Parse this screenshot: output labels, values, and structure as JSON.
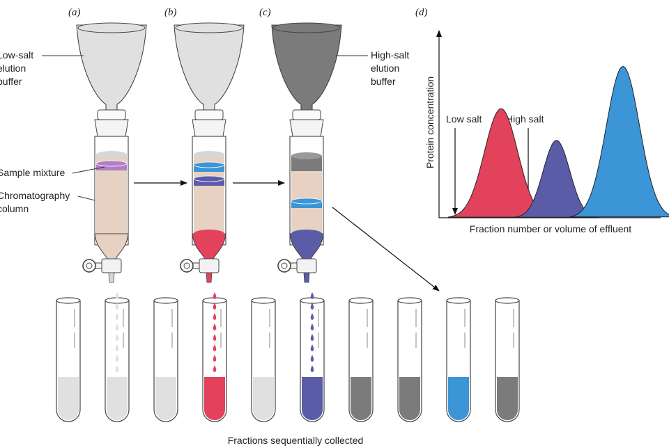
{
  "panels": {
    "a": "(a)",
    "b": "(b)",
    "c": "(c)",
    "d": "(d)"
  },
  "labels": {
    "low_salt_buffer": [
      "Low-salt",
      "elution",
      "buffer"
    ],
    "high_salt_buffer": [
      "High-salt",
      "elution",
      "buffer"
    ],
    "sample_mixture": "Sample mixture",
    "column": [
      "Chromatography",
      "column"
    ],
    "fractions": "Fractions sequentially collected"
  },
  "colors": {
    "red": "#e2425c",
    "purple": "#5a5ca8",
    "blue": "#3b95d6",
    "violet": "#b27ec8",
    "gray": "#7b7b7b",
    "light": "#e0e0e0",
    "column_fill": "#e6d1c3"
  },
  "tubes": [
    {
      "fill": "light",
      "drops": false
    },
    {
      "fill": "light",
      "drops": true,
      "drop_color": "light"
    },
    {
      "fill": "light",
      "drops": false
    },
    {
      "fill": "red",
      "drops": true,
      "drop_color": "red"
    },
    {
      "fill": "light",
      "drops": false
    },
    {
      "fill": "purple",
      "drops": true,
      "drop_color": "purple"
    },
    {
      "fill": "gray",
      "drops": false
    },
    {
      "fill": "gray",
      "drops": false
    },
    {
      "fill": "blue",
      "drops": false
    },
    {
      "fill": "gray",
      "drops": false
    }
  ],
  "chart_data": {
    "type": "area",
    "title": "",
    "xlabel": "Fraction number or volume of effluent",
    "ylabel": "Protein concentration",
    "annotations": [
      "Low salt",
      "High salt"
    ],
    "peaks": [
      {
        "color": "red",
        "center": 0.28,
        "height": 0.62
      },
      {
        "color": "purple",
        "center": 0.53,
        "height": 0.44
      },
      {
        "color": "blue",
        "center": 0.83,
        "height": 0.86
      }
    ]
  }
}
